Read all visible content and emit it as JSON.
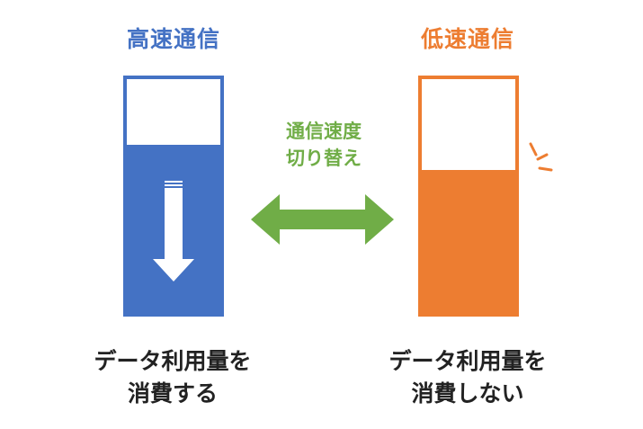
{
  "colors": {
    "blue": "#4472c4",
    "orange": "#ed7d31",
    "green": "#70ad47",
    "text": "#222222"
  },
  "left": {
    "title": "高速通信",
    "fill_fraction": 0.72,
    "caption_line1": "データ利用量を",
    "caption_line2": "消費する",
    "indicator_icon": "down-arrow-icon"
  },
  "right": {
    "title": "低速通信",
    "fill_fraction": 0.61,
    "caption_line1": "データ利用量を",
    "caption_line2": "消費しない",
    "indicator_icon": "alert-burst-icon"
  },
  "switch": {
    "label_line1": "通信速度",
    "label_line2": "切り替え",
    "icon": "double-arrow-icon"
  }
}
